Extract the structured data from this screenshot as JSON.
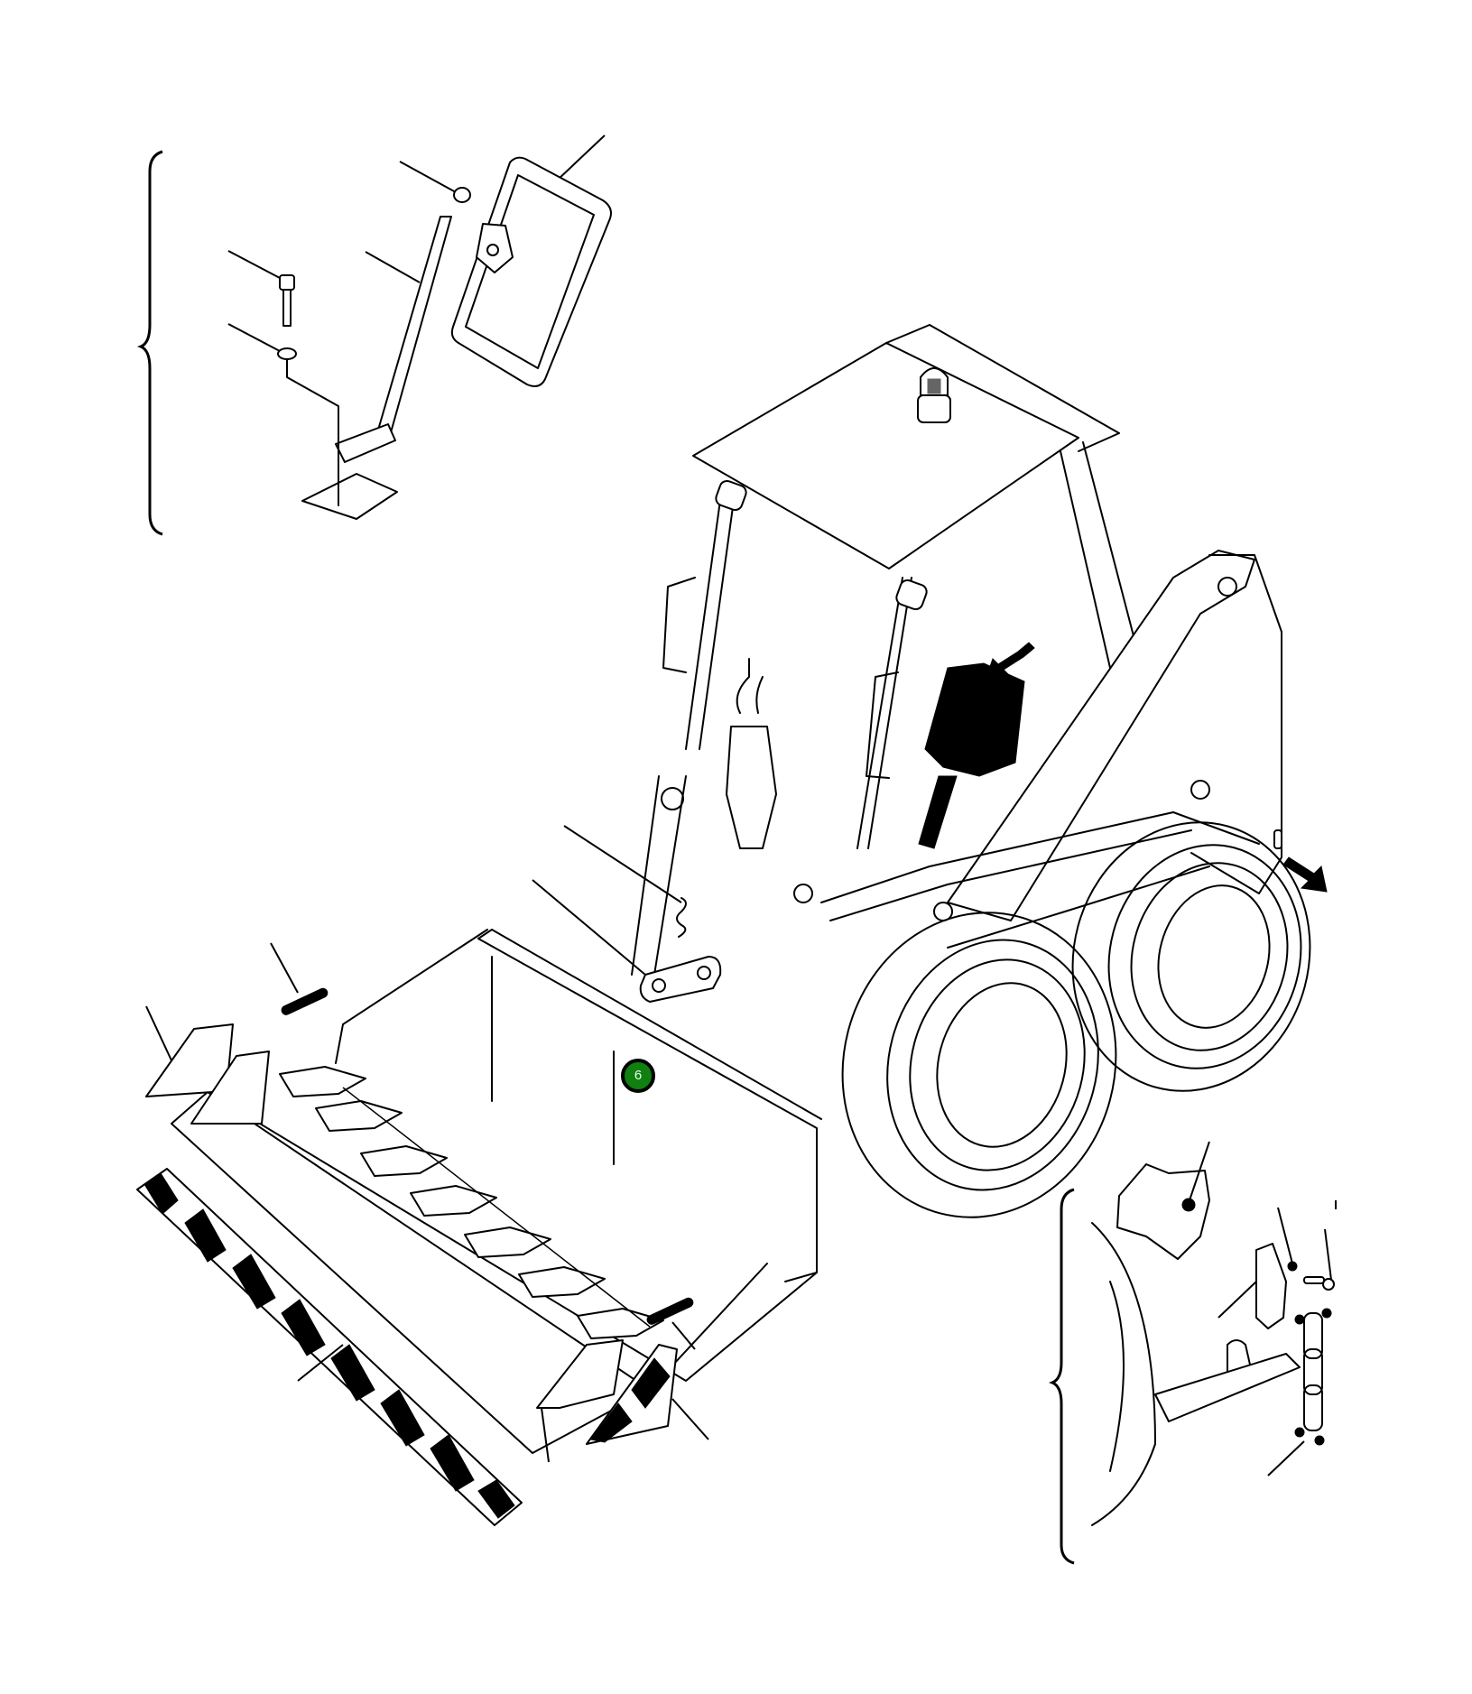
{
  "diagram": {
    "subject": "skid-steer loader parts illustration",
    "line_color": "#000000",
    "background": "#ffffff",
    "callouts": [
      {
        "id": "6",
        "label": "6",
        "color": "#108010",
        "outline": "#000000"
      }
    ],
    "insets": [
      {
        "name": "mirror-assembly-inset",
        "bracket": "left-brace"
      },
      {
        "name": "tow-chain-bracket-inset",
        "bracket": "left-brace"
      }
    ],
    "arrows": [
      {
        "name": "seat-pointer-arrow",
        "color": "#000000"
      },
      {
        "name": "rear-pointer-arrow",
        "color": "#000000"
      }
    ]
  }
}
